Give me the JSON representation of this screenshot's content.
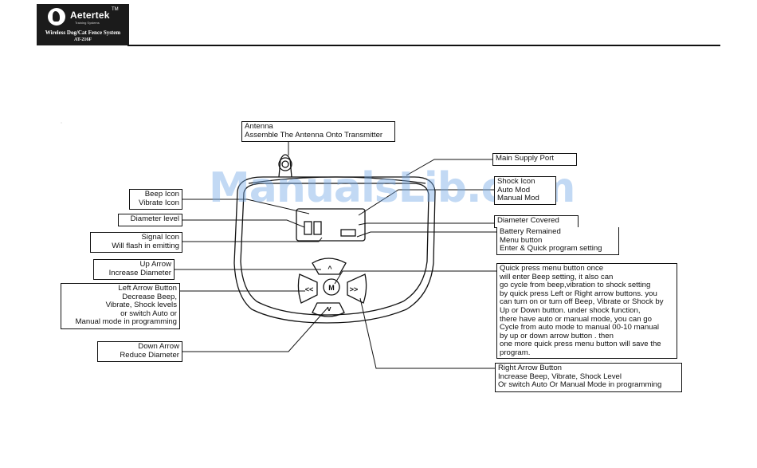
{
  "logo": {
    "brand": "Aetertek",
    "tm": "TM",
    "tagline": "Training Systems",
    "product": "Wireless Dog/Cat Fence System",
    "model": "AT-216F"
  },
  "watermark": "ManualsLib.com",
  "callouts": {
    "antenna": [
      "Antenna",
      "Assemble The Antenna Onto Transmitter"
    ],
    "main_supply": [
      "Main Supply Port"
    ],
    "shock_icon": [
      "Shock Icon",
      "Auto Mod",
      "Manual Mod"
    ],
    "beep_icon": [
      "Beep Icon",
      "Vibrate Icon"
    ],
    "diameter_level": [
      "Diameter level"
    ],
    "signal_icon": [
      "Signal Icon",
      "Will flash in emitting"
    ],
    "up_arrow": [
      "Up Arrow",
      "Increase  Diameter"
    ],
    "left_arrow": [
      "Left Arrow Button",
      "Decrease Beep,",
      "Vibrate, Shock levels",
      "or switch Auto or",
      "Manual mode in programming"
    ],
    "down_arrow": [
      "Down Arrow",
      "Reduce Diameter"
    ],
    "diameter_covered": [
      "Diameter Covered"
    ],
    "battery_menu": [
      "Battery Remained",
      "Menu button",
      "Enter & Quick program setting"
    ],
    "quick_press": [
      "Quick press menu button once",
      "will enter  Beep setting, it also can",
      "go cycle from beep,vibration to shock setting",
      " by quick press Left or Right arrow buttons. you",
      "can turn on or turn off Beep, Vibrate or Shock by",
      "Up or Down button. under shock function,",
      "there have auto or manual mode, you can go",
      "Cycle from auto mode to manual 00-10 manual",
      "by up or down arrow button . then",
      "one more quick  press menu button will save the",
      "program."
    ],
    "right_arrow": [
      "Right Arrow Button",
      "Increase Beep, Vibrate, Shock Level",
      "Or switch Auto Or Manual Mode in programming"
    ]
  },
  "device": {
    "menu_label": "M",
    "left_glyph": "<<",
    "right_glyph": ">>",
    "up_glyph": "^",
    "down_glyph": "v"
  }
}
